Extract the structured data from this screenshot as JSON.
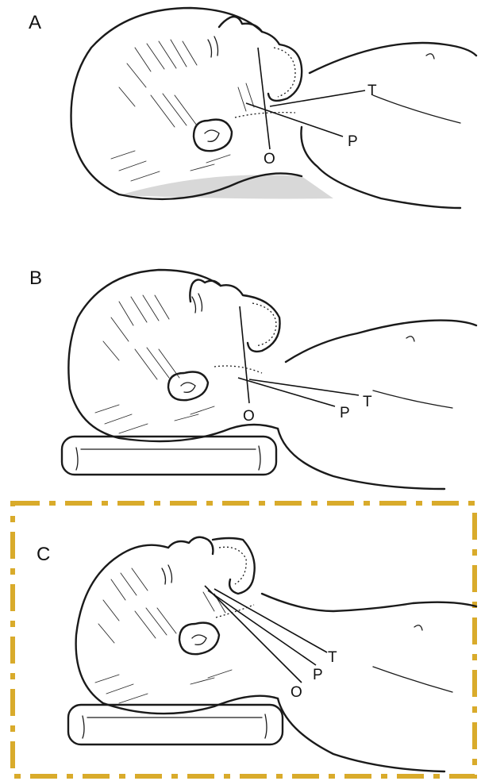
{
  "panels": [
    {
      "id": "A",
      "label": "A",
      "labels": {
        "O": "O",
        "P": "P",
        "T": "T"
      }
    },
    {
      "id": "B",
      "label": "B",
      "labels": {
        "O": "O",
        "P": "P",
        "T": "T"
      }
    },
    {
      "id": "C",
      "label": "C",
      "labels": {
        "O": "O",
        "P": "P",
        "T": "T"
      }
    }
  ],
  "colors": {
    "highlight_border": "#d9ab2b",
    "ink": "#1a1a1a"
  }
}
